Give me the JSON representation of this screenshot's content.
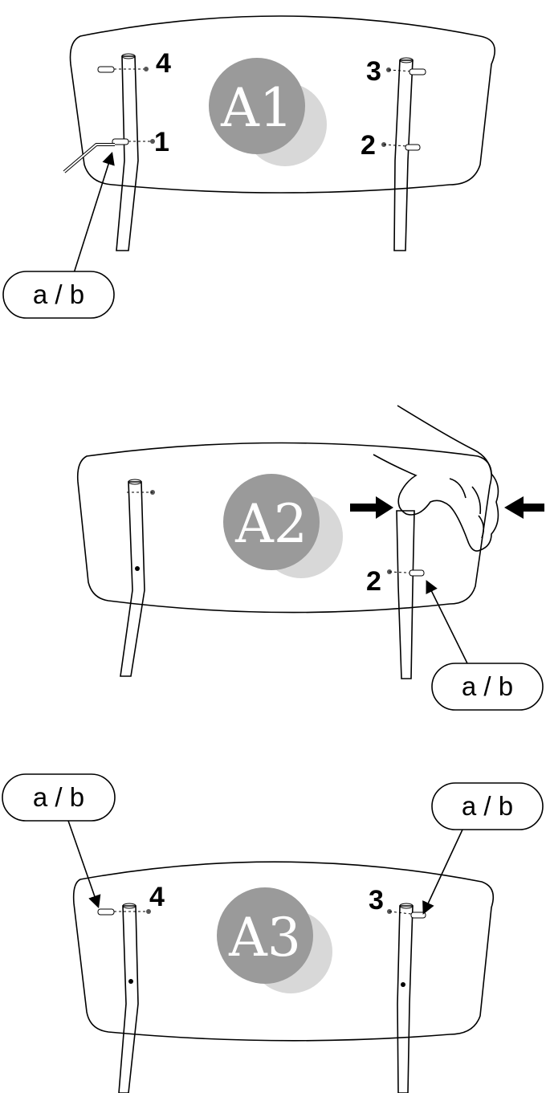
{
  "steps": [
    {
      "badge": "A1",
      "callouts": [
        "a / b"
      ],
      "numbers": [
        "4",
        "1",
        "3",
        "2"
      ]
    },
    {
      "badge": "A2",
      "callouts": [
        "a / b"
      ],
      "numbers": [
        "2"
      ]
    },
    {
      "badge": "A3",
      "callouts": [
        "a / b",
        "a / b"
      ],
      "numbers": [
        "4",
        "3"
      ]
    }
  ],
  "colors": {
    "badge_dark": "#9a9a9a",
    "badge_light": "#d8d8d8",
    "line": "#000000"
  }
}
